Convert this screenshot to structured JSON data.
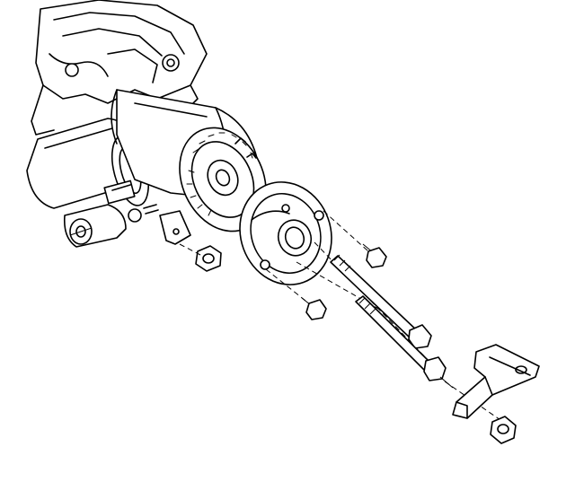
{
  "figure": {
    "kind": "exploded line drawing",
    "parts": [
      "engine-housing",
      "starter-solenoid",
      "starter-motor-body",
      "commutator-end-frame",
      "end-cap",
      "through-bolt-long",
      "through-bolt-short",
      "terminal-nut",
      "small-bracket",
      "bracket-nut",
      "cap-screw-upper",
      "cap-screw-lower",
      "mounting-bracket",
      "bracket-mount-nut"
    ]
  }
}
